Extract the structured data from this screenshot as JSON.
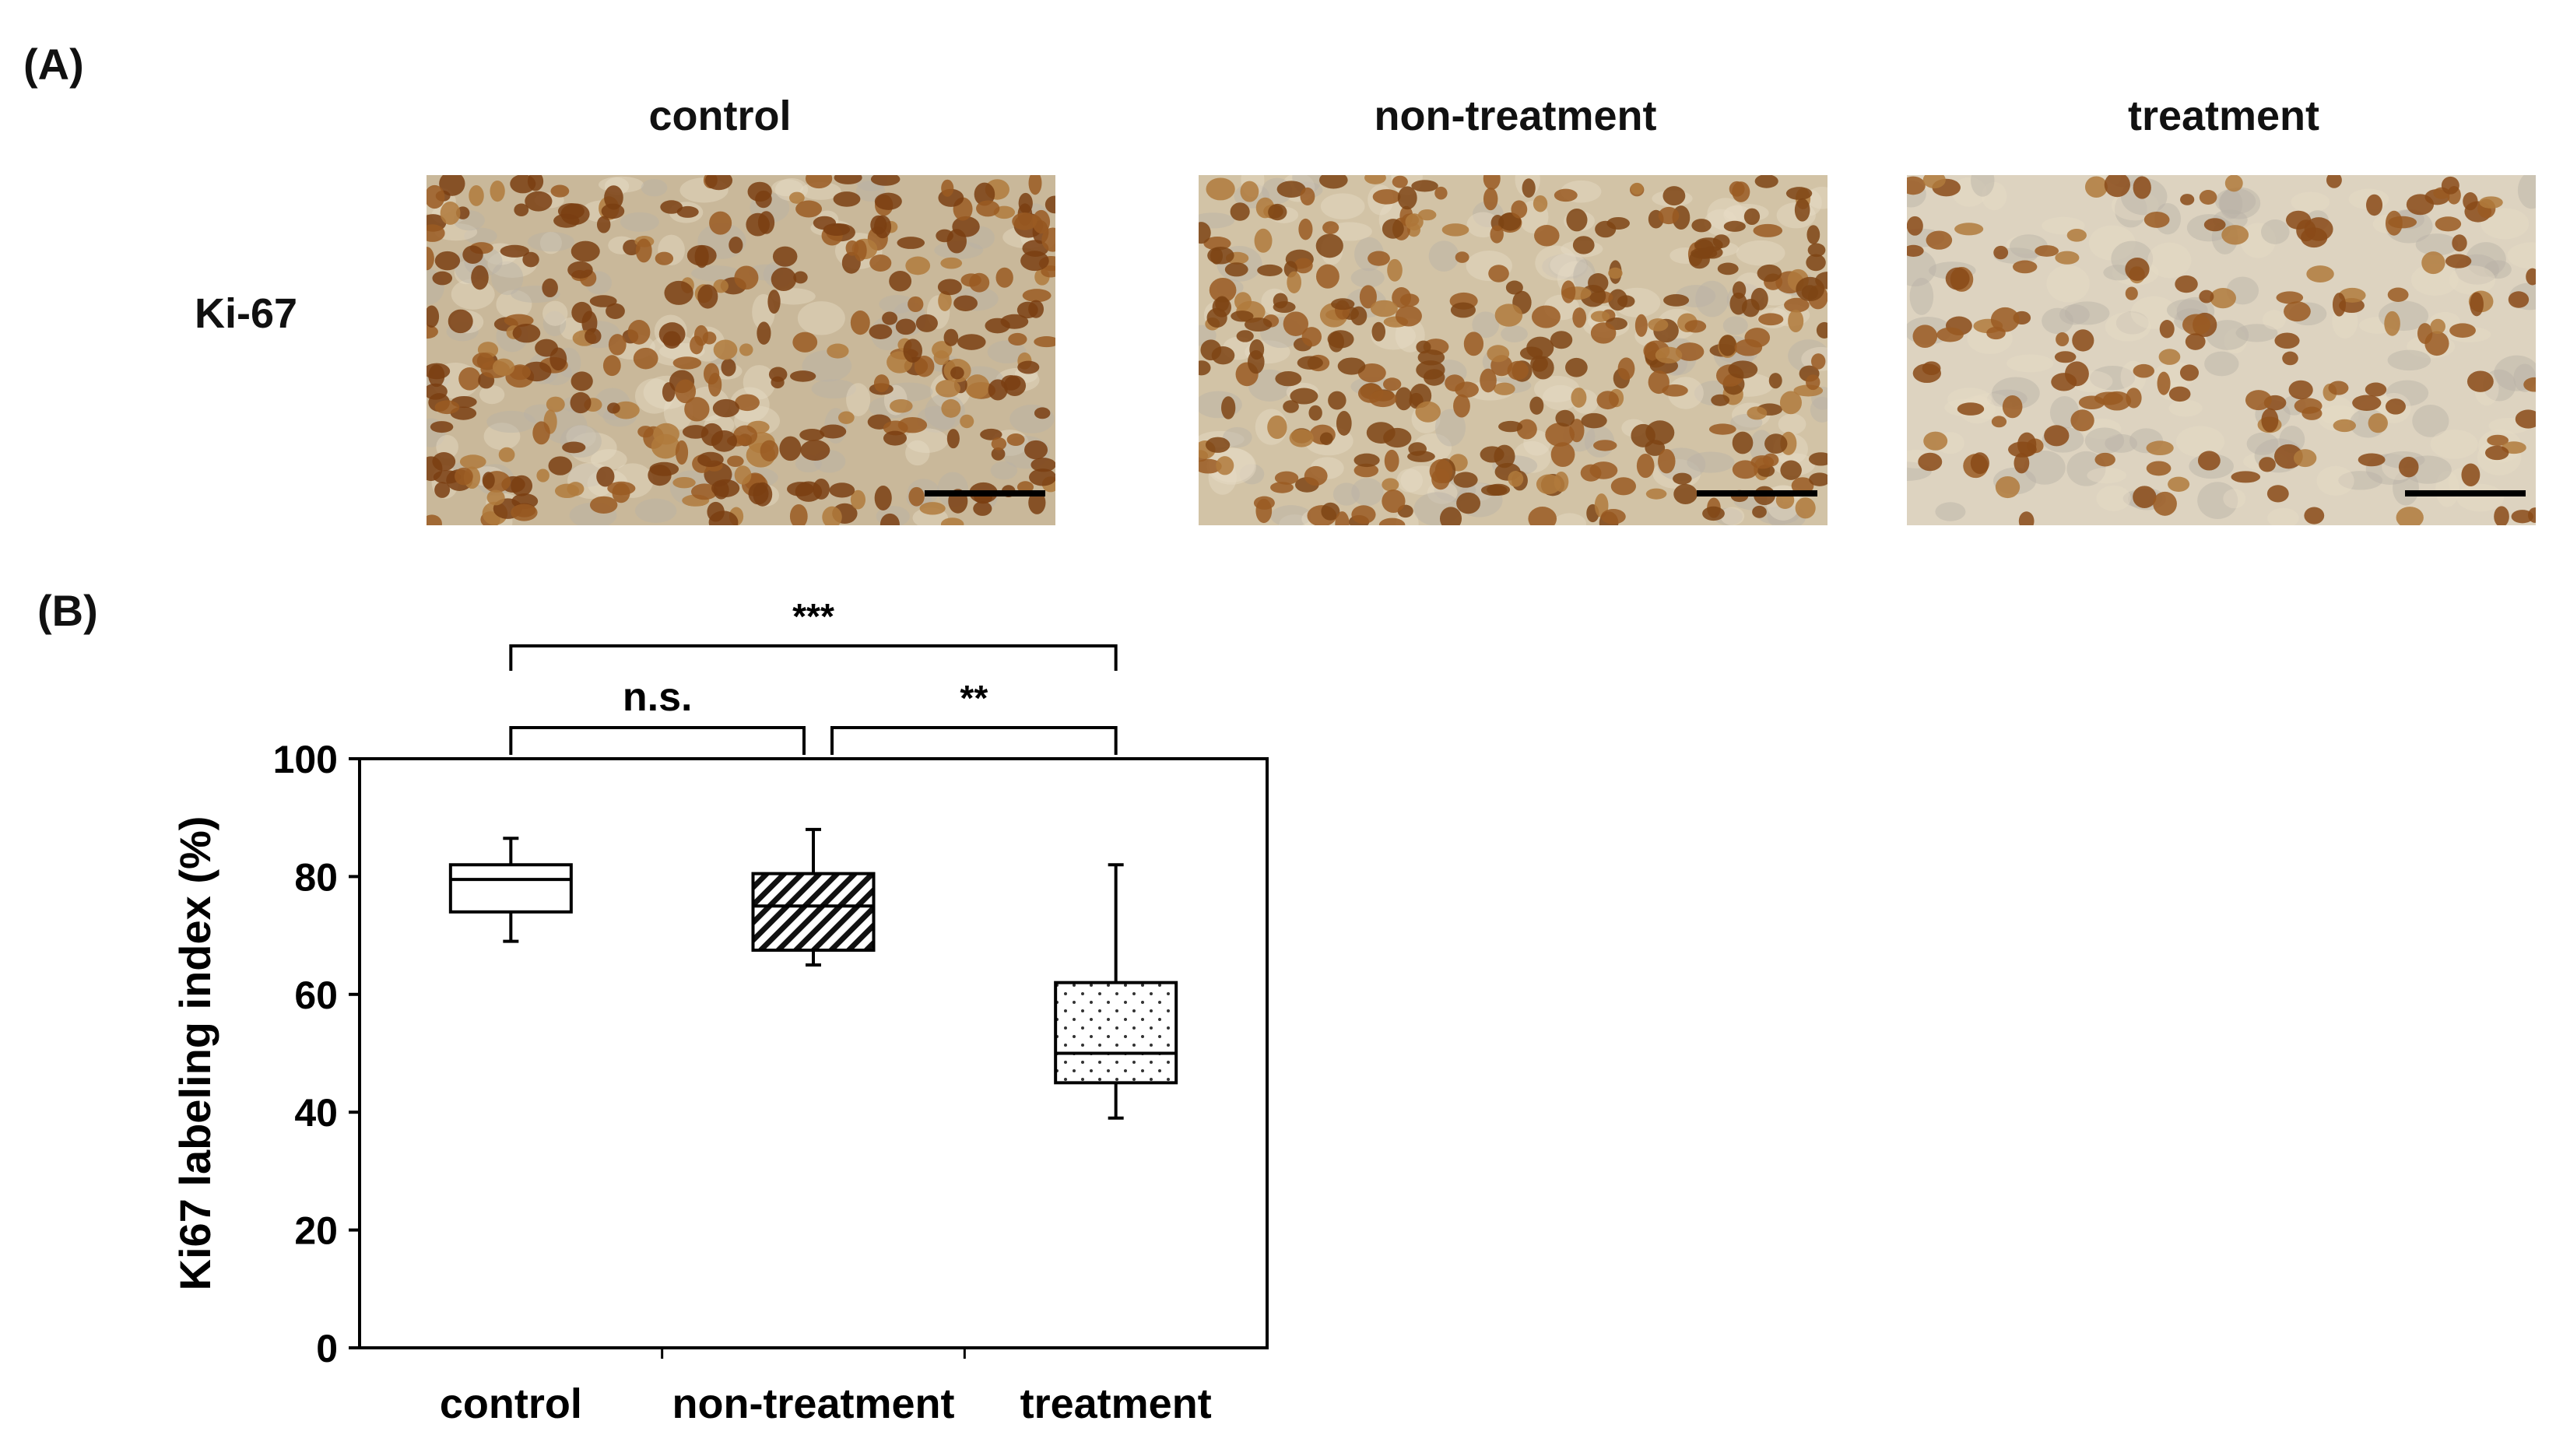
{
  "figure": {
    "panel_a_label": "(A)",
    "panel_b_label": "(B)",
    "row_label": "Ki-67",
    "panel_titles": [
      "control",
      "non-treatment",
      "treatment"
    ]
  },
  "micrographs": [
    {
      "name": "control",
      "background": "#c9b89a",
      "nucleus_color": "#7a3e12",
      "density": "high"
    },
    {
      "name": "non-treatment",
      "background": "#d2c3a6",
      "nucleus_color": "#7e4414",
      "density": "high"
    },
    {
      "name": "treatment",
      "background": "#ddd3c0",
      "nucleus_color": "#8a4a18",
      "density": "low"
    }
  ],
  "chart_data": {
    "type": "box",
    "ylabel": "Ki67 labeling index (%)",
    "xlabel": "",
    "ylim": [
      0,
      100
    ],
    "yticks": [
      0,
      20,
      40,
      60,
      80,
      100
    ],
    "categories": [
      "control",
      "non-treatment",
      "treatment"
    ],
    "boxes": [
      {
        "category": "control",
        "min": 69,
        "q1": 74,
        "median": 79.5,
        "q3": 82,
        "max": 86.5,
        "fill": "none"
      },
      {
        "category": "non-treatment",
        "min": 65,
        "q1": 67.5,
        "median": 75,
        "q3": 80.5,
        "max": 88,
        "fill": "diagonal-hatch"
      },
      {
        "category": "treatment",
        "min": 39,
        "q1": 45,
        "median": 50,
        "q3": 62,
        "max": 82,
        "fill": "dotted"
      }
    ],
    "significance": [
      {
        "from": "control",
        "to": "non-treatment",
        "label": "n.s."
      },
      {
        "from": "non-treatment",
        "to": "treatment",
        "label": "**"
      },
      {
        "from": "control",
        "to": "treatment",
        "label": "***"
      }
    ]
  }
}
